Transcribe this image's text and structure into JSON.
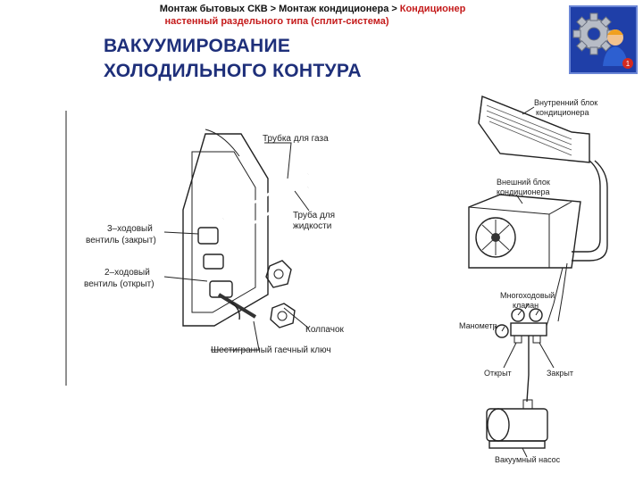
{
  "breadcrumb": {
    "item1": "Монтаж бытовых СКВ",
    "separator": ">",
    "item2": "Монтаж кондиционера",
    "item3": "Кондиционер",
    "item3_cont": "настенный раздельного типа (сплит-система)"
  },
  "title": {
    "line1": "ВАКУУМИРОВАНИЕ",
    "line2": "ХОЛОДИЛЬНОГО КОНТУРА"
  },
  "colors": {
    "title": "#1e2f7a",
    "breadcrumb_current": "#c41a1a",
    "logo_bg": "#1f3fa8"
  },
  "logo": {
    "icon": "gear-worker-icon",
    "badge": "1"
  },
  "diagram_left": {
    "gas_pipe": "Трубка для газа",
    "liquid_pipe_1": "Труба для",
    "liquid_pipe_2": "жидкости",
    "valve3_1": "3–ходовый",
    "valve3_2": "вентиль (закрыт)",
    "valve2_1": "2–ходовый",
    "valve2_2": "вентиль (открыт)",
    "cap": "Колпачок",
    "wrench": "Шестигранный гаечный ключ"
  },
  "diagram_right": {
    "indoor_1": "Внутренний блок",
    "indoor_2": "кондиционера",
    "outdoor_1": "Внешний блок",
    "outdoor_2": "кондиционера",
    "manifold_1": "Многоходовый",
    "manifold_2": "клапан",
    "gauge": "Манометр",
    "open": "Открыт",
    "closed": "Закрыт",
    "pump": "Вакуумный насос"
  }
}
